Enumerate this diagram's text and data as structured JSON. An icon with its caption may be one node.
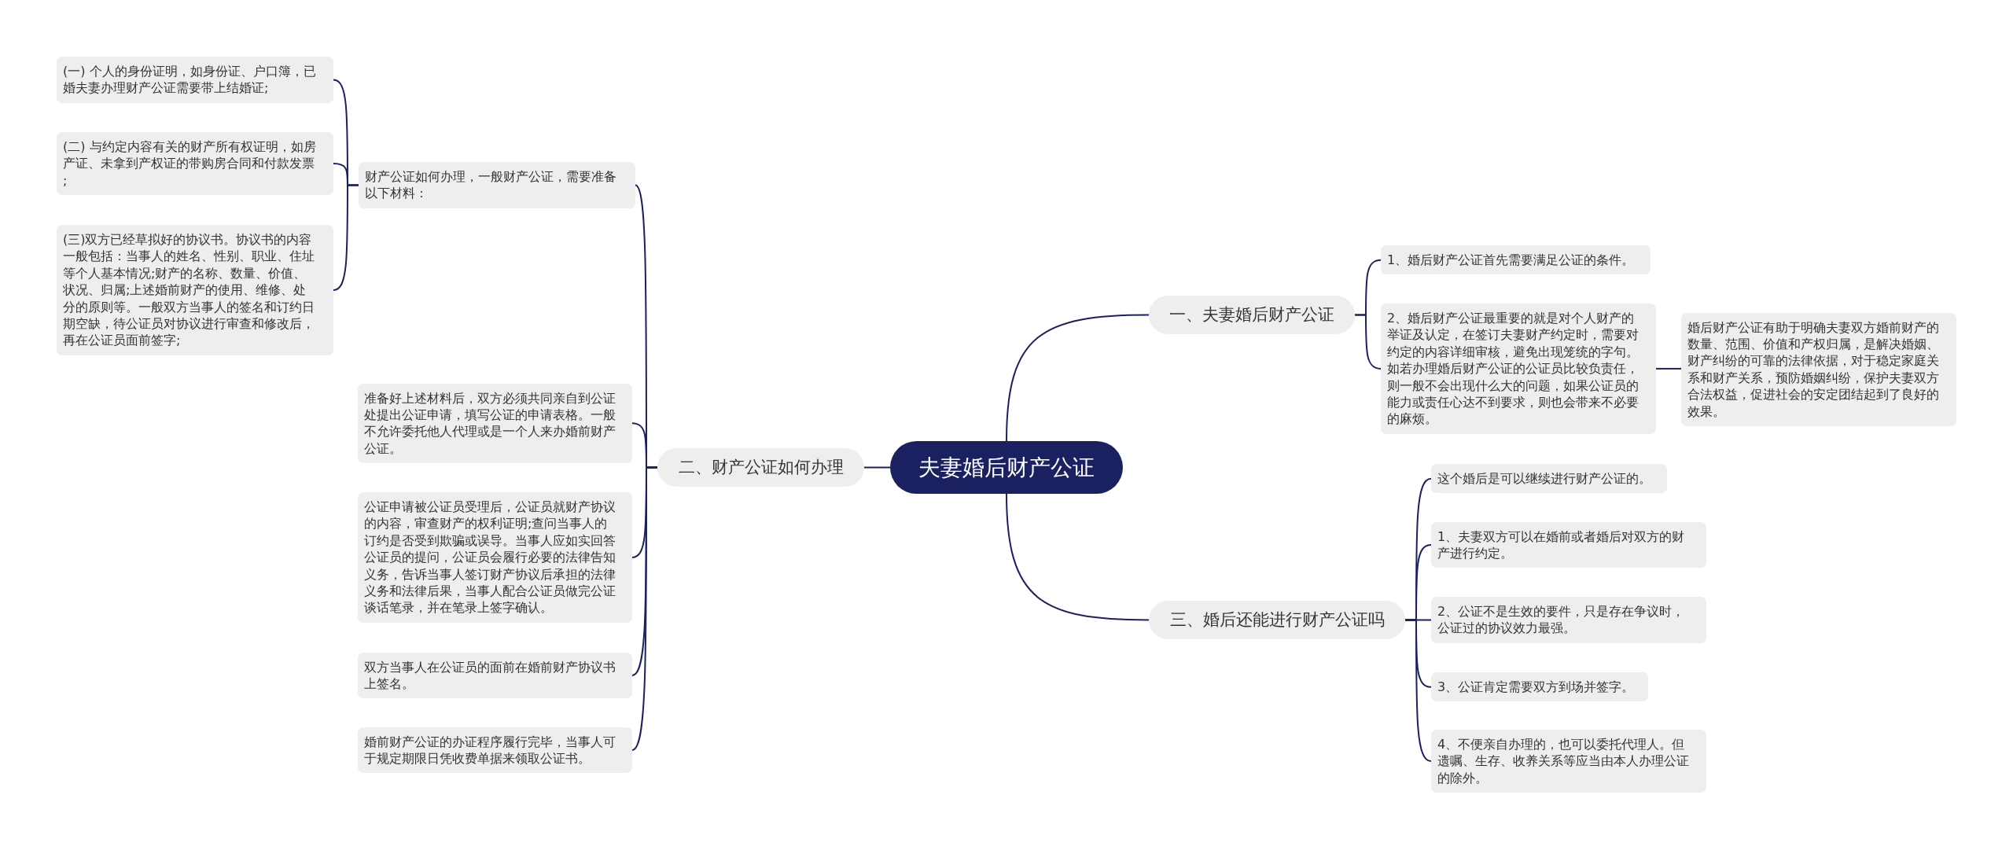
{
  "diagram": {
    "nodes": [
      {
        "text": [
          "夫妻婚后财产公证"
        ]
      },
      {
        "text": [
          "一、夫妻婚后财产公证"
        ]
      },
      {
        "text": [
          "1、婚后财产公证首先需要满足公证的条件。"
        ]
      },
      {
        "text": [
          "2、婚后财产公证最重要的就是对个人财产的举证及认定，在签订夫妻财产约定时，需要对约定的内容详细审核，避免出现笼统的字句。如若办理婚后财产公证的公证员比较负责任，则一般不会出现什么大的问题，如果公证员的能力或责任心达不到要求，则也会带来不必要的麻烦。"
        ]
      },
      {
        "text": [
          "婚后财产公证有助于明确夫妻双方婚前财产的数量、范围、价值和产权归属，是解决婚姻、财产纠纷的可靠的法律依据，对于稳定家庭关系和财产关系，预防婚姻纠纷，保护夫妻双方合法权益，促进社会的安定团结起到了良好的效果。"
        ]
      },
      {
        "text": [
          "二、财产公证如何办理"
        ]
      },
      {
        "text": [
          "财产公证如何办理，一般财产公证，需要准备以下材料："
        ]
      },
      {
        "text": [
          "(一) 个人的身份证明，如身份证、户口簿，已婚夫妻办理财产公证需要带上结婚证;"
        ]
      },
      {
        "text": [
          "(二) 与约定内容有关的财产所有权证明，如房产证、未拿到产权证的带购房合同和付款发票;"
        ]
      },
      {
        "text": [
          "(三)双方已经草拟好的协议书。协议书的内容一般包括：当事人的姓名、性别、职业、住址等个人基本情况;财产的名称、数量、价值、状况、归属;上述婚前财产的使用、维修、处分的原则等。一般双方当事人的签名和订约日期空缺，待公证员对协议进行审查和修改后，再在公证员面前签字;"
        ]
      },
      {
        "text": [
          "准备好上述材料后，双方必须共同亲自到公证处提出公证申请，填写公证的申请表格。一般不允许委托他人代理或是一个人来办婚前财产公证。"
        ]
      },
      {
        "text": [
          "公证申请被公证员受理后，公证员就财产协议的内容，审查财产的权利证明;查问当事人的订约是否受到欺骗或误导。当事人应如实回答公证员的提问，公证员会履行必要的法律告知义务，告诉当事人签订财产协议后承担的法律义务和法律后果，当事人配合公证员做完公证谈话笔录，并在笔录上签字确认。"
        ]
      },
      {
        "text": [
          "双方当事人在公证员的面前在婚前财产协议书上签名。"
        ]
      },
      {
        "text": [
          "婚前财产公证的办证程序履行完毕，当事人可于规定期限日凭收费单据来领取公证书。"
        ]
      },
      {
        "text": [
          "三、婚后还能进行财产公证吗"
        ]
      },
      {
        "text": [
          "这个婚后是可以继续进行财产公证的。"
        ]
      },
      {
        "text": [
          "1、夫妻双方可以在婚前或者婚后对双方的财产进行约定。"
        ]
      },
      {
        "text": [
          "2、公证不是生效的要件，只是存在争议时，公证过的协议效力最强。"
        ]
      },
      {
        "text": [
          "3、公证肯定需要双方到场并签字。"
        ]
      },
      {
        "text": [
          "4、不便亲自办理的，也可以委托代理人。但遗嘱、生存、收养关系等应当由本人办理公证的除外。"
        ]
      }
    ],
    "edges": [
      {
        "from": 0,
        "to": 1,
        "arrow": "none"
      },
      {
        "from": 1,
        "to": 2,
        "arrow": "none"
      },
      {
        "from": 1,
        "to": 3,
        "arrow": "none"
      },
      {
        "from": 3,
        "to": 4,
        "arrow": "none"
      },
      {
        "from": 0,
        "to": 5,
        "arrow": "none"
      },
      {
        "from": 5,
        "to": 6,
        "arrow": "none"
      },
      {
        "from": 6,
        "to": 7,
        "arrow": "none"
      },
      {
        "from": 6,
        "to": 8,
        "arrow": "none"
      },
      {
        "from": 6,
        "to": 9,
        "arrow": "none"
      },
      {
        "from": 5,
        "to": 10,
        "arrow": "none"
      },
      {
        "from": 5,
        "to": 11,
        "arrow": "none"
      },
      {
        "from": 5,
        "to": 12,
        "arrow": "none"
      },
      {
        "from": 5,
        "to": 13,
        "arrow": "none"
      },
      {
        "from": 0,
        "to": 14,
        "arrow": "none"
      },
      {
        "from": 14,
        "to": 15,
        "arrow": "none"
      },
      {
        "from": 14,
        "to": 16,
        "arrow": "none"
      },
      {
        "from": 14,
        "to": 17,
        "arrow": "none"
      },
      {
        "from": 14,
        "to": 18,
        "arrow": "none"
      },
      {
        "from": 14,
        "to": 19,
        "arrow": "none"
      }
    ]
  }
}
